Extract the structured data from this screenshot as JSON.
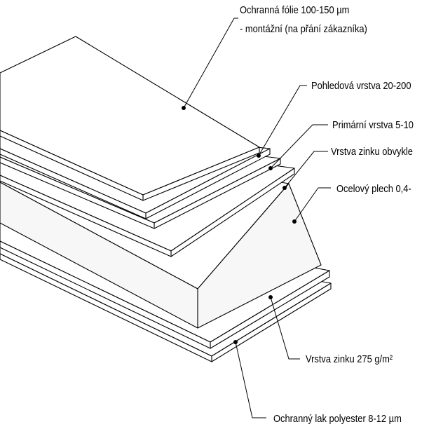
{
  "labels": {
    "foil_line1": "Ochranná fólie 100-150 µm",
    "foil_line2": "- montážní (na přání zákazníka)",
    "top_coat": "Pohledová vrstva 20-200",
    "primer": "Primární vrstva 5-10",
    "zinc_top": "Vrstva zinku obvykle",
    "steel": "Ocelový plech 0,4-",
    "zinc_bottom": "Vrstva zinku 275 g/m²",
    "back_lacquer": "Ochranný lak polyester 8-12 µm"
  }
}
